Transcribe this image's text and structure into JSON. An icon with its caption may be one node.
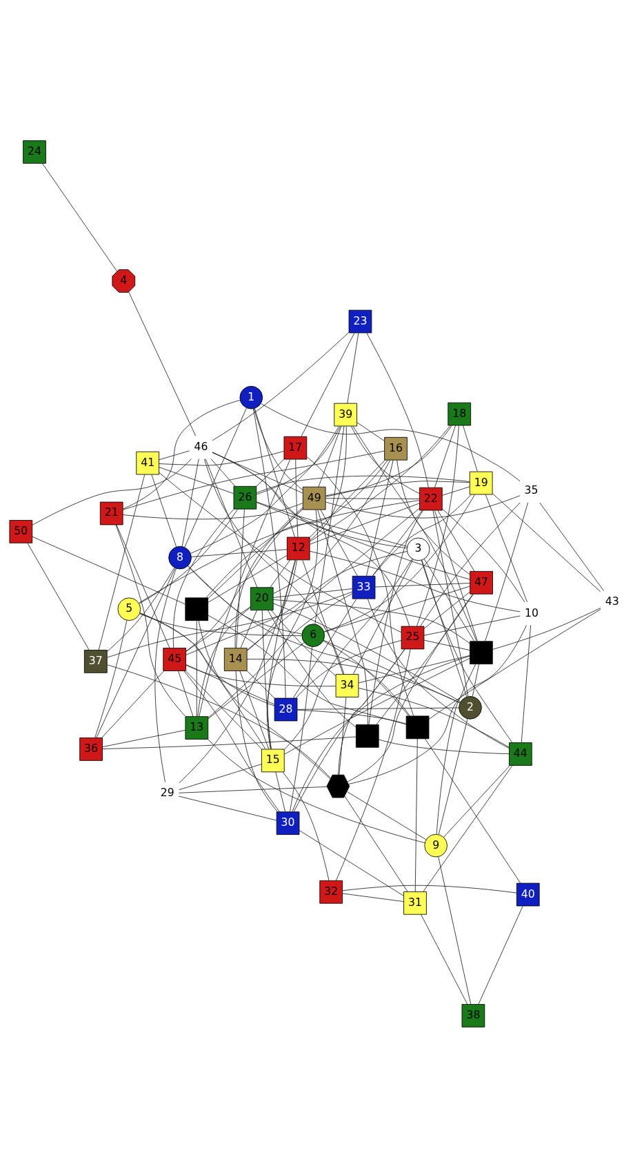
{
  "diagram": {
    "nodes": [
      {
        "text": [
          "14"
        ]
      },
      {
        "text": [
          "18"
        ]
      },
      {
        "text": [],
        "shape": "box"
      },
      {
        "text": [],
        "shape": "box"
      },
      {
        "text": [
          "44"
        ]
      },
      {
        "text": [
          "39"
        ]
      },
      {
        "text": [
          "36"
        ]
      },
      {
        "text": [
          "40"
        ]
      },
      {
        "text": [
          "5"
        ]
      },
      {
        "text": [
          "38"
        ]
      },
      {
        "text": [
          "45"
        ]
      },
      {
        "text": [
          "33"
        ]
      },
      {
        "text": [
          "3"
        ]
      },
      {
        "text": [
          "25"
        ]
      },
      {
        "text": [
          "10"
        ]
      },
      {
        "text": [
          "34"
        ]
      },
      {
        "text": [
          "37"
        ]
      },
      {
        "text": [
          "32"
        ]
      },
      {
        "text": [
          "43"
        ]
      },
      {
        "text": [],
        "shape": "hexagon"
      },
      {
        "text": [
          "19"
        ]
      },
      {
        "text": [
          "31"
        ]
      },
      {
        "text": [
          "28"
        ]
      },
      {
        "text": [
          "16"
        ]
      },
      {
        "text": [],
        "shape": "box"
      },
      {
        "text": [
          "9"
        ]
      },
      {
        "text": [
          "47"
        ]
      },
      {
        "text": [
          "30"
        ]
      },
      {
        "text": [
          "6"
        ]
      },
      {
        "text": [],
        "shape": "box"
      },
      {
        "text": [
          "17"
        ]
      },
      {
        "text": [
          "13"
        ]
      },
      {
        "text": [
          "12"
        ]
      },
      {
        "text": [
          "8"
        ]
      },
      {
        "text": [
          "41"
        ]
      },
      {
        "text": [
          "29"
        ]
      },
      {
        "text": [
          "49"
        ]
      },
      {
        "text": [
          "46"
        ]
      },
      {
        "text": [
          "21"
        ]
      },
      {
        "text": [
          "50"
        ]
      },
      {
        "text": [
          "26"
        ]
      },
      {
        "text": [
          "4"
        ]
      },
      {
        "text": [
          "24"
        ]
      },
      {
        "text": [
          "1"
        ]
      },
      {
        "text": [
          "22"
        ]
      },
      {
        "text": [
          "20"
        ]
      },
      {
        "text": [
          "23"
        ]
      },
      {
        "text": [
          "35"
        ]
      },
      {
        "text": [
          "15"
        ]
      },
      {
        "text": [
          "2"
        ]
      }
    ],
    "edges": [
      {
        "from": 0,
        "to": 44,
        "arrow": "none"
      },
      {
        "from": 0,
        "to": 45,
        "arrow": "none"
      },
      {
        "from": 0,
        "to": 32,
        "arrow": "none"
      },
      {
        "from": 0,
        "to": 49,
        "arrow": "none"
      },
      {
        "from": 0,
        "to": 48,
        "arrow": "none"
      },
      {
        "from": 0,
        "to": 40,
        "arrow": "none"
      },
      {
        "from": 0,
        "to": 36,
        "arrow": "none"
      },
      {
        "from": 0,
        "to": 22,
        "arrow": "none"
      },
      {
        "from": 0,
        "to": 27,
        "arrow": "none"
      },
      {
        "from": 1,
        "to": 20,
        "arrow": "none"
      },
      {
        "from": 1,
        "to": 13,
        "arrow": "none"
      },
      {
        "from": 1,
        "to": 32,
        "arrow": "none"
      },
      {
        "from": 1,
        "to": 36,
        "arrow": "none"
      },
      {
        "from": 1,
        "to": 44,
        "arrow": "none"
      },
      {
        "from": 3,
        "to": 5,
        "arrow": "none"
      },
      {
        "from": 3,
        "to": 13,
        "arrow": "none"
      },
      {
        "from": 3,
        "to": 18,
        "arrow": "none"
      },
      {
        "from": 3,
        "to": 47,
        "arrow": "none"
      },
      {
        "from": 3,
        "to": 44,
        "arrow": "none"
      },
      {
        "from": 3,
        "to": 45,
        "arrow": "none"
      },
      {
        "from": 3,
        "to": 49,
        "arrow": "none"
      },
      {
        "from": 3,
        "to": 48,
        "arrow": "none"
      },
      {
        "from": 3,
        "to": 25,
        "arrow": "none"
      },
      {
        "from": 3,
        "to": 27,
        "arrow": "none"
      },
      {
        "from": 3,
        "to": 15,
        "arrow": "none"
      },
      {
        "from": 3,
        "to": 12,
        "arrow": "none"
      },
      {
        "from": 2,
        "to": 4,
        "arrow": "none"
      },
      {
        "from": 2,
        "to": 6,
        "arrow": "none"
      },
      {
        "from": 2,
        "to": 26,
        "arrow": "none"
      },
      {
        "from": 2,
        "to": 45,
        "arrow": "none"
      },
      {
        "from": 2,
        "to": 36,
        "arrow": "none"
      },
      {
        "from": 2,
        "to": 44,
        "arrow": "none"
      },
      {
        "from": 4,
        "to": 21,
        "arrow": "none"
      },
      {
        "from": 4,
        "to": 15,
        "arrow": "none"
      },
      {
        "from": 4,
        "to": 11,
        "arrow": "none"
      },
      {
        "from": 4,
        "to": 12,
        "arrow": "none"
      },
      {
        "from": 4,
        "to": 14,
        "arrow": "none"
      },
      {
        "from": 4,
        "to": 25,
        "arrow": "none"
      },
      {
        "from": 7,
        "to": 9,
        "arrow": "none"
      },
      {
        "from": 7,
        "to": 24,
        "arrow": "none"
      },
      {
        "from": 7,
        "to": 17,
        "arrow": "none"
      },
      {
        "from": 9,
        "to": 21,
        "arrow": "none"
      },
      {
        "from": 9,
        "to": 25,
        "arrow": "none"
      },
      {
        "from": 8,
        "to": 6,
        "arrow": "none"
      },
      {
        "from": 8,
        "to": 40,
        "arrow": "none"
      },
      {
        "from": 8,
        "to": 48,
        "arrow": "none"
      },
      {
        "from": 8,
        "to": 22,
        "arrow": "none"
      },
      {
        "from": 8,
        "to": 28,
        "arrow": "none"
      },
      {
        "from": 8,
        "to": 44,
        "arrow": "none"
      },
      {
        "from": 6,
        "to": 31,
        "arrow": "none"
      },
      {
        "from": 6,
        "to": 10,
        "arrow": "none"
      },
      {
        "from": 6,
        "to": 33,
        "arrow": "none"
      },
      {
        "from": 10,
        "to": 12,
        "arrow": "none"
      },
      {
        "from": 10,
        "to": 15,
        "arrow": "none"
      },
      {
        "from": 10,
        "to": 22,
        "arrow": "none"
      },
      {
        "from": 10,
        "to": 27,
        "arrow": "none"
      },
      {
        "from": 10,
        "to": 48,
        "arrow": "none"
      },
      {
        "from": 10,
        "to": 40,
        "arrow": "none"
      },
      {
        "from": 10,
        "to": 36,
        "arrow": "none"
      },
      {
        "from": 10,
        "to": 38,
        "arrow": "none"
      },
      {
        "from": 10,
        "to": 31,
        "arrow": "none"
      },
      {
        "from": 10,
        "to": 45,
        "arrow": "none"
      },
      {
        "from": 5,
        "to": 23,
        "arrow": "none"
      },
      {
        "from": 5,
        "to": 33,
        "arrow": "none"
      },
      {
        "from": 5,
        "to": 32,
        "arrow": "none"
      },
      {
        "from": 5,
        "to": 44,
        "arrow": "none"
      },
      {
        "from": 5,
        "to": 40,
        "arrow": "none"
      },
      {
        "from": 5,
        "to": 36,
        "arrow": "none"
      },
      {
        "from": 5,
        "to": 46,
        "arrow": "none"
      },
      {
        "from": 5,
        "to": 28,
        "arrow": "none"
      },
      {
        "from": 11,
        "to": 16,
        "arrow": "none"
      },
      {
        "from": 11,
        "to": 20,
        "arrow": "none"
      },
      {
        "from": 11,
        "to": 23,
        "arrow": "none"
      },
      {
        "from": 11,
        "to": 45,
        "arrow": "none"
      },
      {
        "from": 11,
        "to": 44,
        "arrow": "none"
      },
      {
        "from": 11,
        "to": 31,
        "arrow": "none"
      },
      {
        "from": 11,
        "to": 36,
        "arrow": "none"
      },
      {
        "from": 11,
        "to": 26,
        "arrow": "none"
      },
      {
        "from": 11,
        "to": 22,
        "arrow": "none"
      },
      {
        "from": 12,
        "to": 15,
        "arrow": "none"
      },
      {
        "from": 12,
        "to": 48,
        "arrow": "none"
      },
      {
        "from": 12,
        "to": 40,
        "arrow": "none"
      },
      {
        "from": 12,
        "to": 49,
        "arrow": "none"
      },
      {
        "from": 12,
        "to": 37,
        "arrow": "none"
      },
      {
        "from": 13,
        "to": 14,
        "arrow": "none"
      },
      {
        "from": 13,
        "to": 17,
        "arrow": "none"
      },
      {
        "from": 13,
        "to": 22,
        "arrow": "none"
      },
      {
        "from": 13,
        "to": 27,
        "arrow": "none"
      },
      {
        "from": 13,
        "to": 37,
        "arrow": "none"
      },
      {
        "from": 13,
        "to": 47,
        "arrow": "none"
      },
      {
        "from": 13,
        "to": 26,
        "arrow": "none"
      },
      {
        "from": 13,
        "to": 34,
        "arrow": "none"
      },
      {
        "from": 13,
        "to": 19,
        "arrow": "none"
      },
      {
        "from": 14,
        "to": 32,
        "arrow": "none"
      },
      {
        "from": 14,
        "to": 19,
        "arrow": "none"
      },
      {
        "from": 14,
        "to": 20,
        "arrow": "none"
      },
      {
        "from": 14,
        "to": 44,
        "arrow": "none"
      },
      {
        "from": 15,
        "to": 19,
        "arrow": "none"
      },
      {
        "from": 15,
        "to": 45,
        "arrow": "none"
      },
      {
        "from": 15,
        "to": 32,
        "arrow": "none"
      },
      {
        "from": 15,
        "to": 37,
        "arrow": "none"
      },
      {
        "from": 16,
        "to": 19,
        "arrow": "none"
      },
      {
        "from": 16,
        "to": 33,
        "arrow": "none"
      },
      {
        "from": 16,
        "to": 34,
        "arrow": "none"
      },
      {
        "from": 16,
        "to": 39,
        "arrow": "none"
      },
      {
        "from": 18,
        "to": 20,
        "arrow": "none"
      },
      {
        "from": 18,
        "to": 47,
        "arrow": "none"
      },
      {
        "from": 18,
        "to": 24,
        "arrow": "none"
      },
      {
        "from": 17,
        "to": 21,
        "arrow": "none"
      },
      {
        "from": 17,
        "to": 48,
        "arrow": "none"
      },
      {
        "from": 19,
        "to": 21,
        "arrow": "none"
      },
      {
        "from": 19,
        "to": 25,
        "arrow": "none"
      },
      {
        "from": 19,
        "to": 35,
        "arrow": "none"
      },
      {
        "from": 19,
        "to": 29,
        "arrow": "none"
      },
      {
        "from": 19,
        "to": 26,
        "arrow": "none"
      },
      {
        "from": 21,
        "to": 24,
        "arrow": "none"
      },
      {
        "from": 21,
        "to": 27,
        "arrow": "none"
      },
      {
        "from": 20,
        "to": 28,
        "arrow": "none"
      },
      {
        "from": 20,
        "to": 44,
        "arrow": "none"
      },
      {
        "from": 20,
        "to": 40,
        "arrow": "none"
      },
      {
        "from": 20,
        "to": 36,
        "arrow": "none"
      },
      {
        "from": 22,
        "to": 49,
        "arrow": "none"
      },
      {
        "from": 22,
        "to": 43,
        "arrow": "none"
      },
      {
        "from": 22,
        "to": 24,
        "arrow": "none"
      },
      {
        "from": 23,
        "to": 29,
        "arrow": "none"
      },
      {
        "from": 23,
        "to": 26,
        "arrow": "none"
      },
      {
        "from": 23,
        "to": 32,
        "arrow": "none"
      },
      {
        "from": 23,
        "to": 38,
        "arrow": "none"
      },
      {
        "from": 23,
        "to": 45,
        "arrow": "none"
      },
      {
        "from": 24,
        "to": 29,
        "arrow": "none"
      },
      {
        "from": 24,
        "to": 28,
        "arrow": "none"
      },
      {
        "from": 24,
        "to": 33,
        "arrow": "none"
      },
      {
        "from": 24,
        "to": 30,
        "arrow": "none"
      },
      {
        "from": 25,
        "to": 31,
        "arrow": "none"
      },
      {
        "from": 25,
        "to": 49,
        "arrow": "none"
      },
      {
        "from": 27,
        "to": 35,
        "arrow": "none"
      },
      {
        "from": 27,
        "to": 28,
        "arrow": "none"
      },
      {
        "from": 27,
        "to": 48,
        "arrow": "none"
      },
      {
        "from": 26,
        "to": 28,
        "arrow": "none"
      },
      {
        "from": 26,
        "to": 40,
        "arrow": "none"
      },
      {
        "from": 26,
        "to": 44,
        "arrow": "none"
      },
      {
        "from": 29,
        "to": 39,
        "arrow": "none"
      },
      {
        "from": 29,
        "to": 31,
        "arrow": "none"
      },
      {
        "from": 29,
        "to": 32,
        "arrow": "none"
      },
      {
        "from": 29,
        "to": 36,
        "arrow": "none"
      },
      {
        "from": 28,
        "to": 31,
        "arrow": "none"
      },
      {
        "from": 28,
        "to": 33,
        "arrow": "none"
      },
      {
        "from": 28,
        "to": 49,
        "arrow": "none"
      },
      {
        "from": 31,
        "to": 30,
        "arrow": "none"
      },
      {
        "from": 31,
        "to": 38,
        "arrow": "none"
      },
      {
        "from": 31,
        "to": 45,
        "arrow": "none"
      },
      {
        "from": 33,
        "to": 32,
        "arrow": "none"
      },
      {
        "from": 33,
        "to": 34,
        "arrow": "none"
      },
      {
        "from": 33,
        "to": 37,
        "arrow": "none"
      },
      {
        "from": 33,
        "to": 43,
        "arrow": "none"
      },
      {
        "from": 33,
        "to": 35,
        "arrow": "none"
      },
      {
        "from": 32,
        "to": 44,
        "arrow": "none"
      },
      {
        "from": 32,
        "to": 45,
        "arrow": "none"
      },
      {
        "from": 32,
        "to": 30,
        "arrow": "none"
      },
      {
        "from": 32,
        "to": 48,
        "arrow": "none"
      },
      {
        "from": 30,
        "to": 34,
        "arrow": "none"
      },
      {
        "from": 30,
        "to": 40,
        "arrow": "none"
      },
      {
        "from": 30,
        "to": 46,
        "arrow": "none"
      },
      {
        "from": 34,
        "to": 40,
        "arrow": "none"
      },
      {
        "from": 34,
        "to": 37,
        "arrow": "none"
      },
      {
        "from": 35,
        "to": 48,
        "arrow": "none"
      },
      {
        "from": 35,
        "to": 32,
        "arrow": "none"
      },
      {
        "from": 36,
        "to": 37,
        "arrow": "none"
      },
      {
        "from": 36,
        "to": 38,
        "arrow": "none"
      },
      {
        "from": 36,
        "to": 44,
        "arrow": "none"
      },
      {
        "from": 36,
        "to": 47,
        "arrow": "none"
      },
      {
        "from": 36,
        "to": 48,
        "arrow": "none"
      },
      {
        "from": 37,
        "to": 39,
        "arrow": "none"
      },
      {
        "from": 37,
        "to": 40,
        "arrow": "none"
      },
      {
        "from": 37,
        "to": 45,
        "arrow": "none"
      },
      {
        "from": 37,
        "to": 41,
        "arrow": "none"
      },
      {
        "from": 37,
        "to": 46,
        "arrow": "none"
      },
      {
        "from": 41,
        "to": 42,
        "arrow": "none"
      },
      {
        "from": 43,
        "to": 47,
        "arrow": "none"
      },
      {
        "from": 43,
        "to": 38,
        "arrow": "none"
      },
      {
        "from": 43,
        "to": 32,
        "arrow": "none"
      },
      {
        "from": 43,
        "to": 36,
        "arrow": "none"
      },
      {
        "from": 44,
        "to": 46,
        "arrow": "none"
      },
      {
        "from": 44,
        "to": 49,
        "arrow": "none"
      },
      {
        "from": 45,
        "to": 49,
        "arrow": "none"
      },
      {
        "from": 45,
        "to": 48,
        "arrow": "none"
      }
    ]
  }
}
